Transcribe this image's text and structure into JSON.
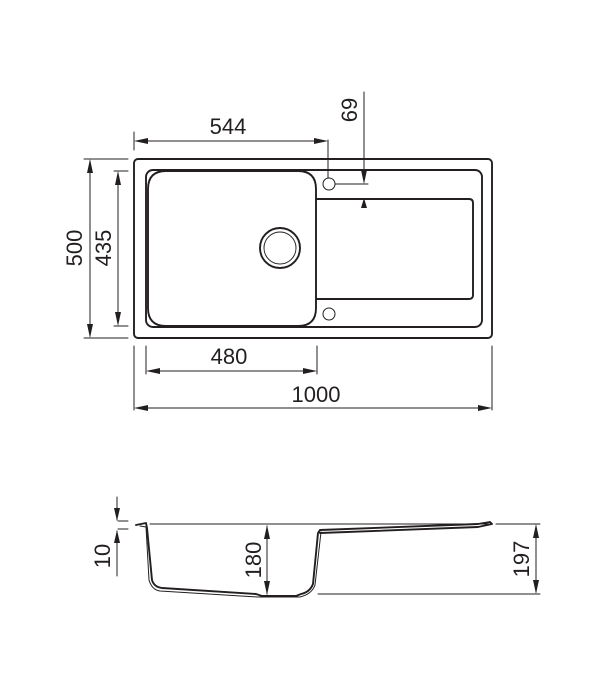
{
  "drawing": {
    "title": "Kitchen sink with drainer - technical drawing",
    "line_color": "#231f20",
    "background": "#ffffff"
  },
  "top_view": {
    "dimensions": {
      "overall_width": "1000",
      "overall_depth": "500",
      "bowl_inner_depth": "435",
      "bowl_width": "480",
      "tap_hole_offset_x": "544",
      "tap_hole_offset_y": "69"
    },
    "features": [
      "bowl",
      "drain-waste",
      "drainer",
      "tap-hole",
      "overflow-hole"
    ]
  },
  "side_view": {
    "dimensions": {
      "rim_thickness": "10",
      "bowl_depth": "180",
      "overall_height": "197"
    }
  }
}
